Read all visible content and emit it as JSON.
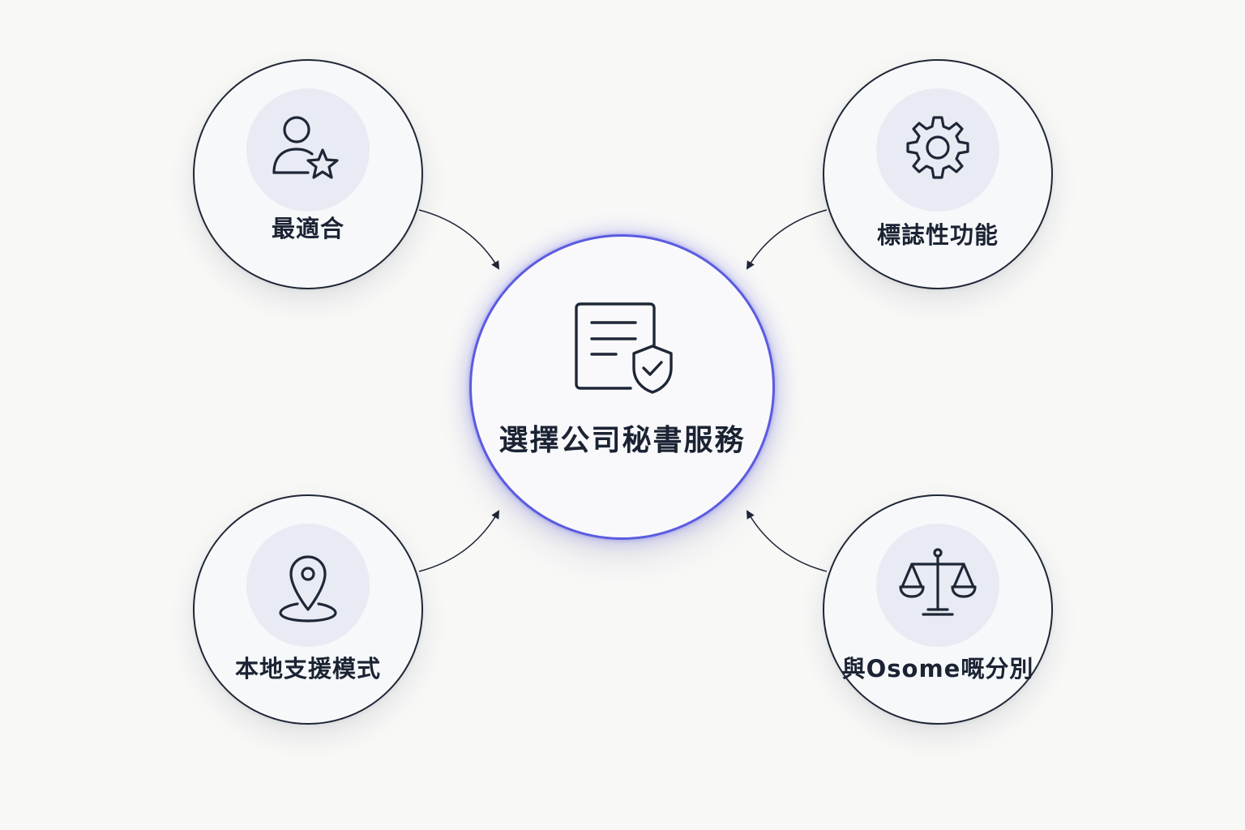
{
  "center": {
    "label": "選擇公司秘書服務",
    "icon": "document-shield-check-icon"
  },
  "nodes": [
    {
      "id": "best-fit",
      "label": "最適合",
      "icon": "user-star-icon"
    },
    {
      "id": "features",
      "label": "標誌性功能",
      "icon": "gear-icon"
    },
    {
      "id": "local-support",
      "label": "本地支援模式",
      "icon": "location-pin-icon"
    },
    {
      "id": "difference",
      "label": "與Osome嘅分別",
      "icon": "balance-scale-icon"
    }
  ],
  "colors": {
    "accent_ring": "#5b5be0",
    "stroke": "#1f2736",
    "icon_bg": "#e8ebf4",
    "background": "#f8f8f7"
  }
}
